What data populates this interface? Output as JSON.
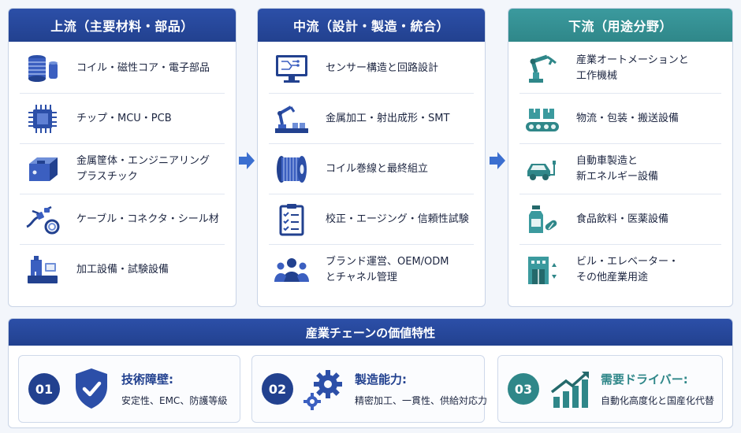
{
  "columns": {
    "upstream": {
      "title": "上流（主要材料・部品）",
      "items": [
        {
          "icon": "coil-icon",
          "line1": "コイル・磁性コア・電子部品",
          "line2": ""
        },
        {
          "icon": "chip-icon",
          "line1": "チップ・MCU・PCB",
          "line2": ""
        },
        {
          "icon": "metal-housing-icon",
          "line1": "金属筐体・エンジニアリング",
          "line2": "プラスチック"
        },
        {
          "icon": "cable-connector-icon",
          "line1": "ケーブル・コネクタ・シール材",
          "line2": ""
        },
        {
          "icon": "machine-tool-icon",
          "line1": "加工設備・試験設備",
          "line2": ""
        }
      ]
    },
    "midstream": {
      "title": "中流（設計・製造・統合）",
      "items": [
        {
          "icon": "monitor-circuit-icon",
          "line1": "センサー構造と回路設計",
          "line2": ""
        },
        {
          "icon": "robot-arm-icon",
          "line1": "金属加工・射出成形・SMT",
          "line2": ""
        },
        {
          "icon": "wire-spool-icon",
          "line1": "コイル巻線と最終組立",
          "line2": ""
        },
        {
          "icon": "checklist-icon",
          "line1": "校正・エージング・信頼性試験",
          "line2": ""
        },
        {
          "icon": "people-icon",
          "line1": "ブランド運営、OEM/ODM",
          "line2": "とチャネル管理"
        }
      ]
    },
    "downstream": {
      "title": "下流（用途分野）",
      "items": [
        {
          "icon": "industrial-robot-icon",
          "line1": "産業オートメーションと",
          "line2": "工作機械"
        },
        {
          "icon": "conveyor-icon",
          "line1": "物流・包装・搬送設備",
          "line2": ""
        },
        {
          "icon": "electric-car-icon",
          "line1": "自動車製造と",
          "line2": "新エネルギー設備"
        },
        {
          "icon": "medicine-icon",
          "line1": "食品飲料・医薬設備",
          "line2": ""
        },
        {
          "icon": "elevator-building-icon",
          "line1": "ビル・エレベーター・",
          "line2": "その他産業用途"
        }
      ]
    }
  },
  "features": {
    "title": "産業チェーンの価値特性",
    "items": [
      {
        "num": "01",
        "title": "技術障壁:",
        "desc": "安定性、EMC、防護等級",
        "icon": "shield-check-icon",
        "color": "#22418f"
      },
      {
        "num": "02",
        "title": "製造能力:",
        "desc": "精密加工、一貫性、供給対応力",
        "icon": "gears-icon",
        "color": "#22418f"
      },
      {
        "num": "03",
        "title": "需要ドライバー:",
        "desc": "自動化高度化と国産化代替",
        "icon": "growth-chart-icon",
        "color": "#2f8789"
      }
    ]
  },
  "colors": {
    "blue": "#22418f",
    "teal": "#2f8789"
  }
}
